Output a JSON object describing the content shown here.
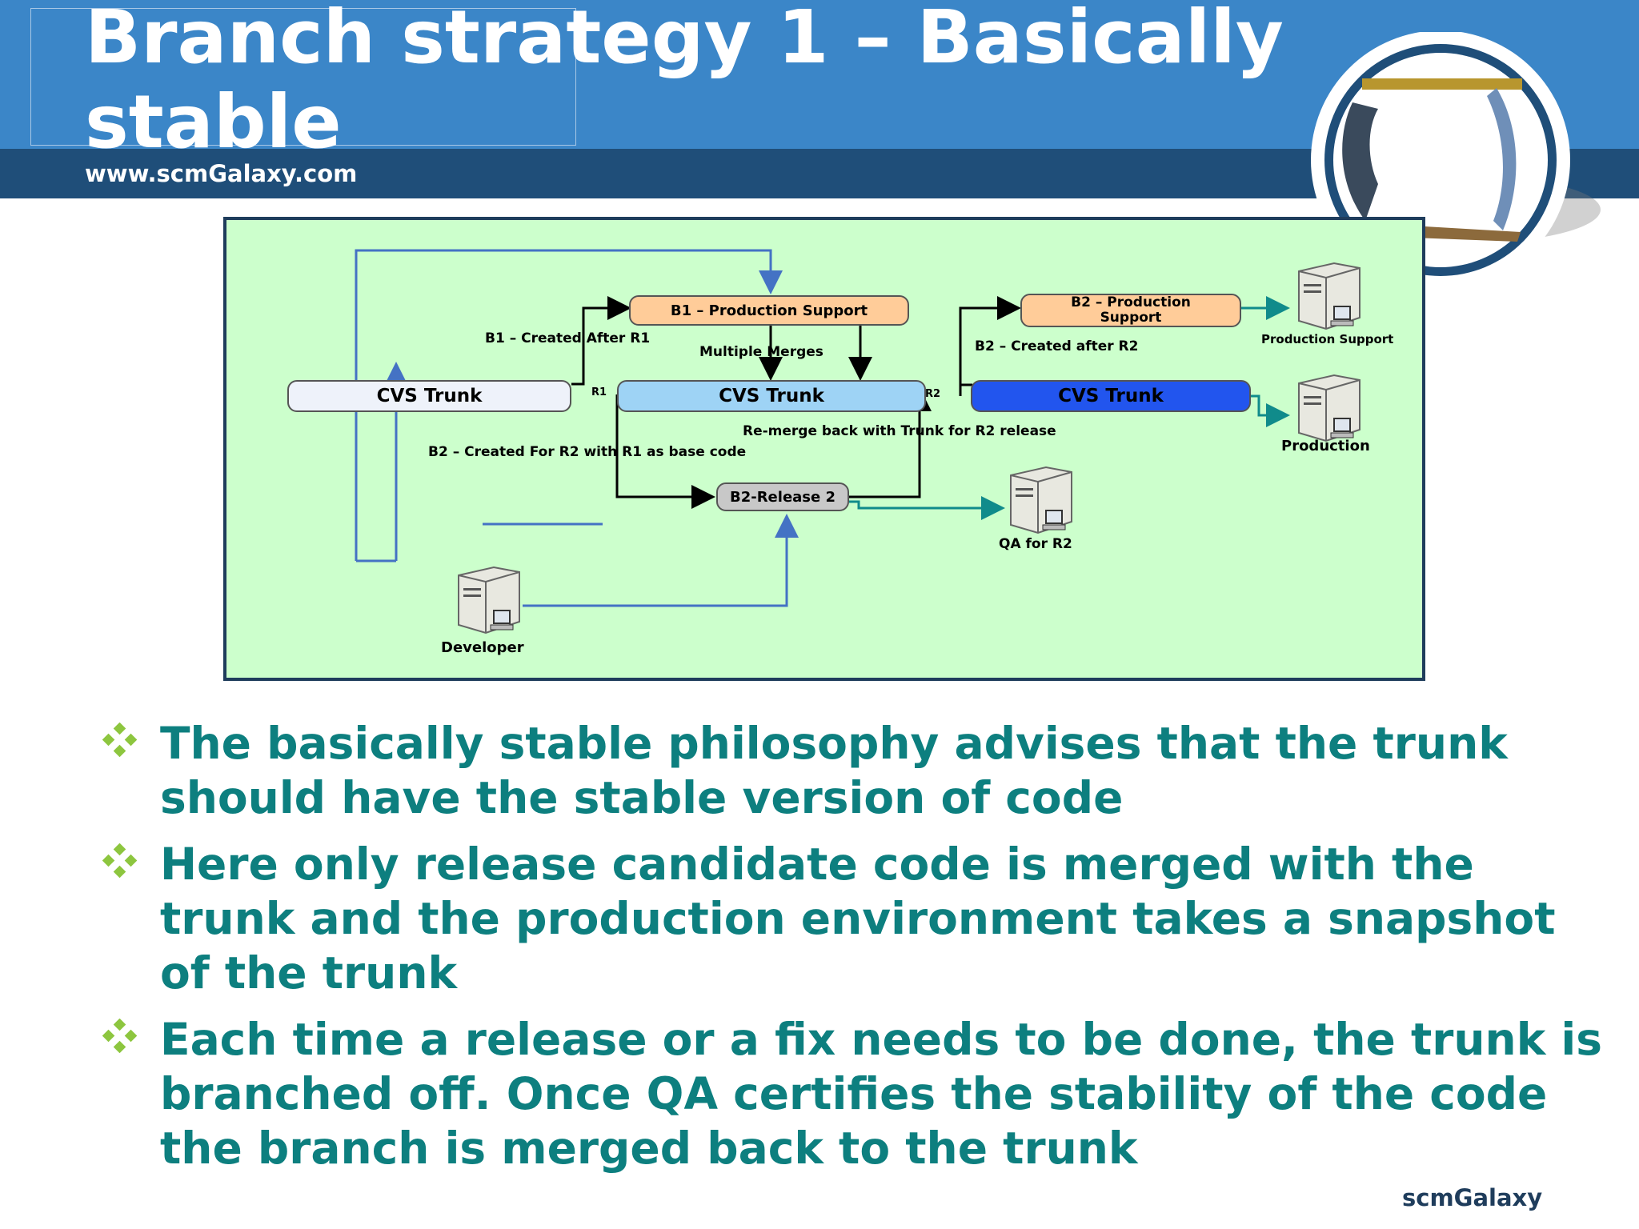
{
  "header": {
    "title": "Branch strategy 1 – Basically stable",
    "website": "www.scmGalaxy.com"
  },
  "diagram": {
    "nodes": {
      "trunk_left": "CVS Trunk",
      "trunk_mid": "CVS Trunk",
      "trunk_right": "CVS Trunk",
      "b1": "B1 – Production Support",
      "b2_prod": "B2 – Production Support",
      "b2_release": "B2-Release 2"
    },
    "labels": {
      "b1_created": "B1 – Created After R1",
      "multiple_merges": "Multiple Merges",
      "r1": "R1",
      "r2": "R2",
      "b2_created_after": "B2 – Created after R2",
      "remerge": "Re-merge back with Trunk for R2 release",
      "b2_created_for": "B2 – Created For R2 with R1 as base code"
    },
    "servers": {
      "production_support": "Production Support",
      "production": "Production",
      "qa": "QA for R2",
      "developer": "Developer"
    }
  },
  "bullets": [
    "The basically stable philosophy advises that the trunk should have the stable version of code",
    "Here only release candidate code is merged with the trunk and the production environment takes a snapshot of the trunk",
    "Each time a release or a fix needs to be done, the trunk is branched off. Once QA certifies the stability of the code the branch is merged back to the trunk"
  ],
  "footer": {
    "brand": "scmGalaxy"
  },
  "colors": {
    "header_blue": "#3b86c8",
    "header_dark": "#1f4e79",
    "diagram_bg": "#ccffcc",
    "bullet_text": "#0d7f7f",
    "bullet_icon": "#8dc63f"
  }
}
